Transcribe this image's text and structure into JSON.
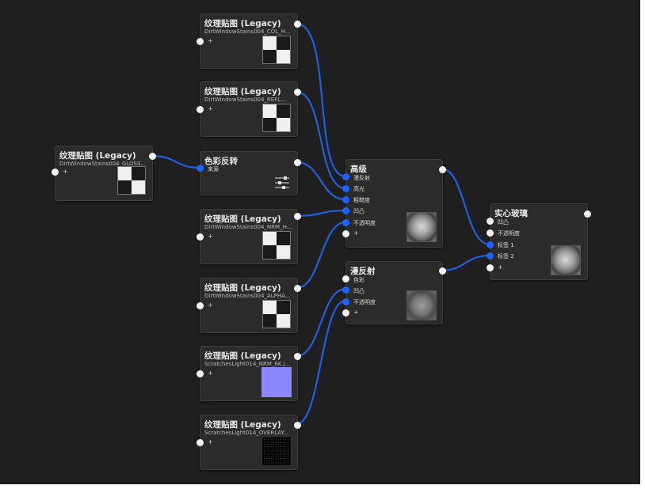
{
  "nodes": {
    "tex_gloss": {
      "title": "纹理贴图 (Legacy)",
      "subtitle": "DirtWindowStains004_GLOSS...",
      "add": "+"
    },
    "tex_col": {
      "title": "纹理贴图 (Legacy)",
      "subtitle": "DirtWindowStains004_COL_H...",
      "add": "+"
    },
    "tex_refl": {
      "title": "纹理贴图 (Legacy)",
      "subtitle": "DirtWindowStains004_REFL...",
      "add": "+"
    },
    "invert": {
      "title": "色彩反转",
      "input_source": "来源"
    },
    "tex_nrm": {
      "title": "纹理贴图 (Legacy)",
      "subtitle": "DirtWindowStains004_NRM_H...",
      "add": "+"
    },
    "tex_alpha": {
      "title": "纹理贴图 (Legacy)",
      "subtitle": "DirtWindowStains004_ALPHA...",
      "add": "+"
    },
    "tex_scratch_nrm": {
      "title": "纹理贴图 (Legacy)",
      "subtitle": "ScratchesLight014_NRM_6K.j...",
      "add": "+"
    },
    "tex_scratch_overlay": {
      "title": "纹理贴图 (Legacy)",
      "subtitle": "ScratchesLight014_OVERLAY...",
      "add": "+"
    },
    "advanced": {
      "title": "高级",
      "ports": [
        "漫反射",
        "高光",
        "粗糙度",
        "凹凸",
        "不透明度"
      ],
      "add": "+"
    },
    "diffuse": {
      "title": "漫反射",
      "ports": [
        "色彩",
        "凹凸",
        "不透明度"
      ],
      "add": "+"
    },
    "solid_glass": {
      "title": "实心玻璃",
      "ports": [
        "凹凸",
        "不透明度",
        "标签 1",
        "标签 2"
      ],
      "add": "+"
    }
  },
  "colors": {
    "canvas": "#1f1f1f",
    "node": "#2b2b2b",
    "wire": "#1f5fe0",
    "socket_connected": "#1f63ff",
    "socket_empty": "#f2f2f2"
  },
  "icons": {
    "preview": "checker-preview-icon",
    "sliders": "sliders-icon"
  }
}
